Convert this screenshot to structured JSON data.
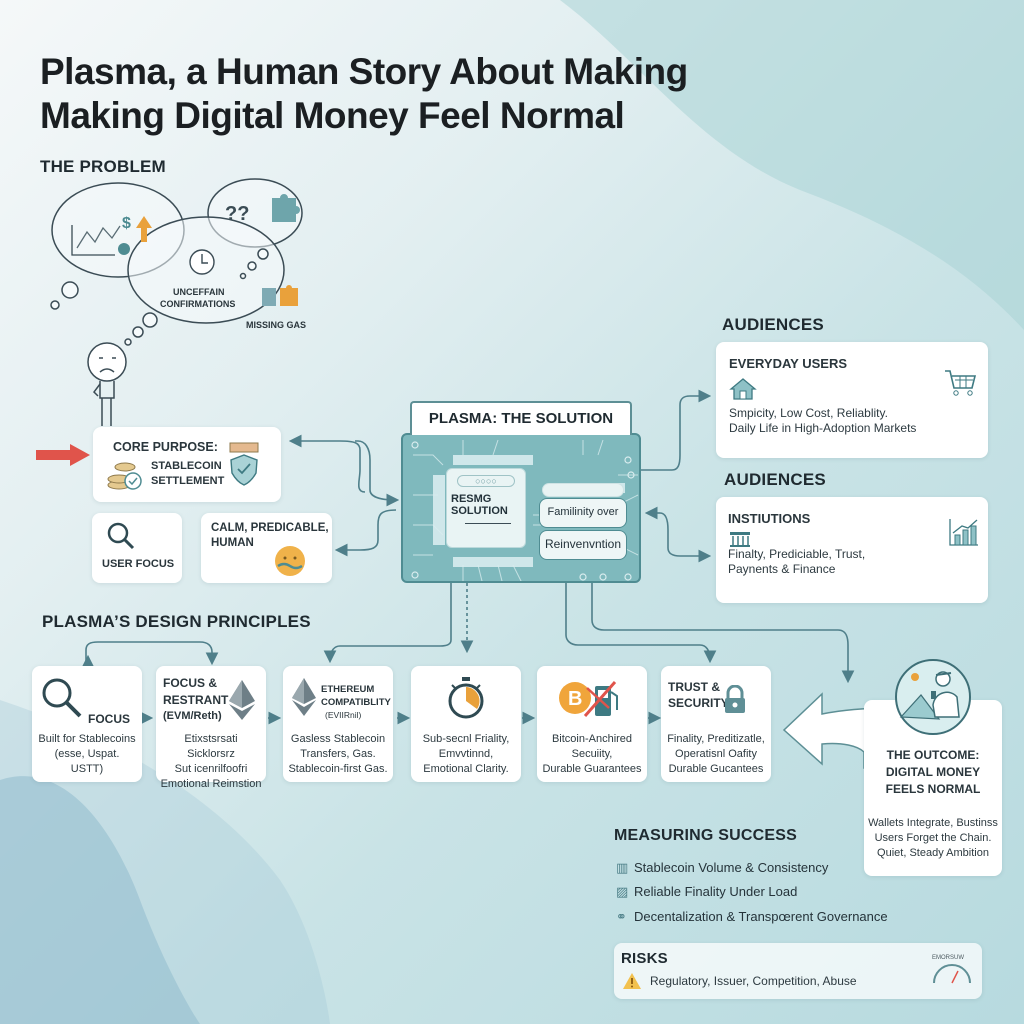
{
  "title": {
    "line1": "Plasma, a Human Story About Making",
    "line2": "Making Digital Money Feel Normal"
  },
  "problem": {
    "heading": "THE PROBLEM",
    "bubble_confirmations": "UNCEFFAIN",
    "bubble_confirmations_2": "CONFIRMATIONS",
    "missing_gas": "MISSING GAS",
    "icons": [
      "line-chart-icon",
      "dollar-icon",
      "up-arrow-icon",
      "question-marks-icon",
      "puzzle-icon",
      "clock-icon",
      "frowning-person-icon"
    ]
  },
  "core_purpose": {
    "title": "CORE PURPOSE:",
    "line1": "STABLECOIN",
    "line2": "SETTLEMENT"
  },
  "user_focus": {
    "label": "USER FOCUS"
  },
  "calm": {
    "line1": "CALM, PREDICABLE,",
    "line2": "HUMAN"
  },
  "solution": {
    "title": "PLASMA: THE SOLUTION",
    "chip_line1": "RESMG",
    "chip_line2": "SOLUTION",
    "pill1": "Familinity over",
    "pill2": "Reinvenvntion"
  },
  "audiences": [
    {
      "heading": "AUDIENCES",
      "title": "EVERYDAY USERS",
      "line1": "Smpicity, Low Cost, Reliablity.",
      "line2": "Daily Life in High-Adoption Markets"
    },
    {
      "heading": "AUDIENCES",
      "title": "INSTIUTIONS",
      "line1": "Finalty, Prediciable, Trust,",
      "line2": "Paynents & Finance"
    }
  ],
  "principles": {
    "heading": "PLASMA’S DESIGN PRINCIPLES",
    "items": [
      {
        "title": "FOCUS",
        "desc": [
          "Built for Stablecoins",
          "(esse, Uspat.",
          "USTT)"
        ]
      },
      {
        "title": "FOCUS &",
        "title2": "RESTRANT",
        "title3": "(EVM/Reth)",
        "desc": [
          "Etixstsrsati Sicklorsrz",
          "Sut icenrilfoofri",
          "Emotional Reimstion"
        ]
      },
      {
        "title": "ETHEREUM",
        "title2": "COMPATIBLITY",
        "title3": "(EVIIRnil)",
        "desc": [
          "Gasless Stablecoin",
          "Transfers, Gas.",
          "Stablecoin-first Gas."
        ]
      },
      {
        "title": "",
        "desc": [
          "Sub-secnl Friality,",
          "Emvvtinnd,",
          "Emotional Clarity."
        ]
      },
      {
        "title": "",
        "desc": [
          "Bitcoin-Anchired",
          "Secuiity,",
          "Durable Guarantees"
        ]
      },
      {
        "title": "TRUST &",
        "title2": "SECURITY",
        "desc": [
          "Finality, Preditizatle,",
          "Operatisnl Oafity",
          "Durable Gucantees"
        ]
      }
    ]
  },
  "outcome": {
    "title1": "THE OUTCOME:",
    "title2": "DIGITAL MONEY",
    "title3": "FEELS NORMAL",
    "desc": [
      "Wallets Integrate, Bustinss",
      "Users Forget the Chain.",
      "Quiet, Steady Ambition"
    ]
  },
  "measuring": {
    "heading": "MEASURING SUCCESS",
    "items": [
      {
        "icon": "bar-chart-icon",
        "label": "Stablecoin Volume & Consistency"
      },
      {
        "icon": "chart-card-icon",
        "label": "Reliable Finality Under Load"
      },
      {
        "icon": "network-icon",
        "label": "Decentalization & Transpœrent Governance"
      }
    ]
  },
  "risks": {
    "heading": "RISKS",
    "label": "Regulatory, Issuer, Competition, Abuse",
    "gauge_label": "EMORSUW"
  },
  "colors": {
    "accent_teal": "#4f8c92",
    "board_teal": "#7fb9bd",
    "arrow_red": "#e0544b",
    "gold": "#e9a13b"
  }
}
